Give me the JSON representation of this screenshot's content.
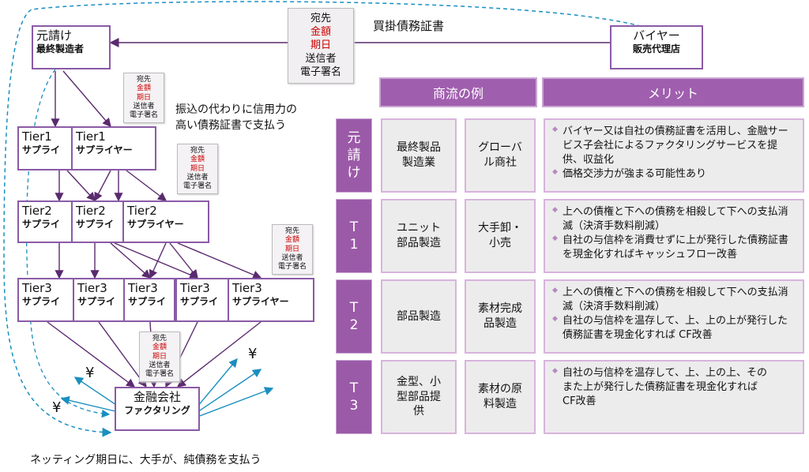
{
  "nodes": {
    "motouke": {
      "line1": "元請け",
      "line2": "最終製造者"
    },
    "buyer": {
      "line1": "バイヤー",
      "line2": "販売代理店"
    },
    "tier1_a": {
      "line1": "Tier1",
      "line2": "サプライ"
    },
    "tier1_b": {
      "line1": "Tier1",
      "line2": "サプライヤー"
    },
    "tier2_a": {
      "line1": "Tier2",
      "line2": "サプライ"
    },
    "tier2_b": {
      "line1": "Tier2",
      "line2": "サプライ"
    },
    "tier2_c": {
      "line1": "Tier2",
      "line2": "サプライヤー"
    },
    "tier3_a": {
      "line1": "Tier3",
      "line2": "サプライ"
    },
    "tier3_b": {
      "line1": "Tier3",
      "line2": "サプライ"
    },
    "tier3_c": {
      "line1": "Tier3",
      "line2": "サプライ"
    },
    "tier3_d": {
      "line1": "Tier3",
      "line2": "サプライ"
    },
    "tier3_e": {
      "line1": "Tier3",
      "line2": "サプライヤー"
    },
    "finance": {
      "line1": "金融会社",
      "line2": "ファクタリング"
    }
  },
  "note_lines": [
    "宛先",
    "金額",
    "期日",
    "送信者",
    "電子署名"
  ],
  "labels": {
    "bond": "買掛債務証書",
    "pay_with_credit": [
      "振込の代わりに信用力の",
      "高い債務証書で支払う"
    ],
    "netting": "ネッティング期日に、大手が、純債務を支払う",
    "yen": "¥"
  },
  "table": {
    "headers": [
      "商流の例",
      "メリット"
    ],
    "rows": [
      {
        "side": [
          "元",
          "請",
          "け"
        ],
        "col1": [
          "最終製品",
          "製造業"
        ],
        "col2": [
          "グローバ",
          "ル商社"
        ],
        "merits": [
          "バイヤー又は自社の債務証書を活用し、金融サービス子会社によるファクタリングサービスを提供、収益化",
          "価格交渉力が強まる可能性あり"
        ]
      },
      {
        "side": [
          "T",
          "1"
        ],
        "col1": [
          "ユニット",
          "部品製造"
        ],
        "col2": [
          "大手卸・",
          "小売"
        ],
        "merits": [
          "上への債権と下への債務を相殺して下への支払消滅（決済手数料削減）",
          "自社の与信枠を消費せずに上が発行した債務証書を現金化すればキャッシュフロー改善"
        ]
      },
      {
        "side": [
          "T",
          "2"
        ],
        "col1": [
          "部品製造"
        ],
        "col2": [
          "素材完成",
          "品製造"
        ],
        "merits": [
          "上への債権と下への債務を相殺して下への支払消滅（決済手数料削減）",
          "自社の与信枠を温存して、上、上の上が発行した債務証書を現金化すれば CF改善"
        ]
      },
      {
        "side": [
          "T",
          "3"
        ],
        "col1": [
          "金型、小",
          "型部品提",
          "供"
        ],
        "col2": [
          "素材の原",
          "料製造"
        ],
        "merits": [
          "自社の与信枠を温存して、上、上の上、その",
          "また上が発行した債務証書を現金化すれば",
          "CF改善"
        ]
      }
    ]
  },
  "colors": {
    "purple": "#a05fae",
    "line": "#5a2a6e",
    "blue": "#1a8fc0",
    "red": "#cc0000"
  }
}
